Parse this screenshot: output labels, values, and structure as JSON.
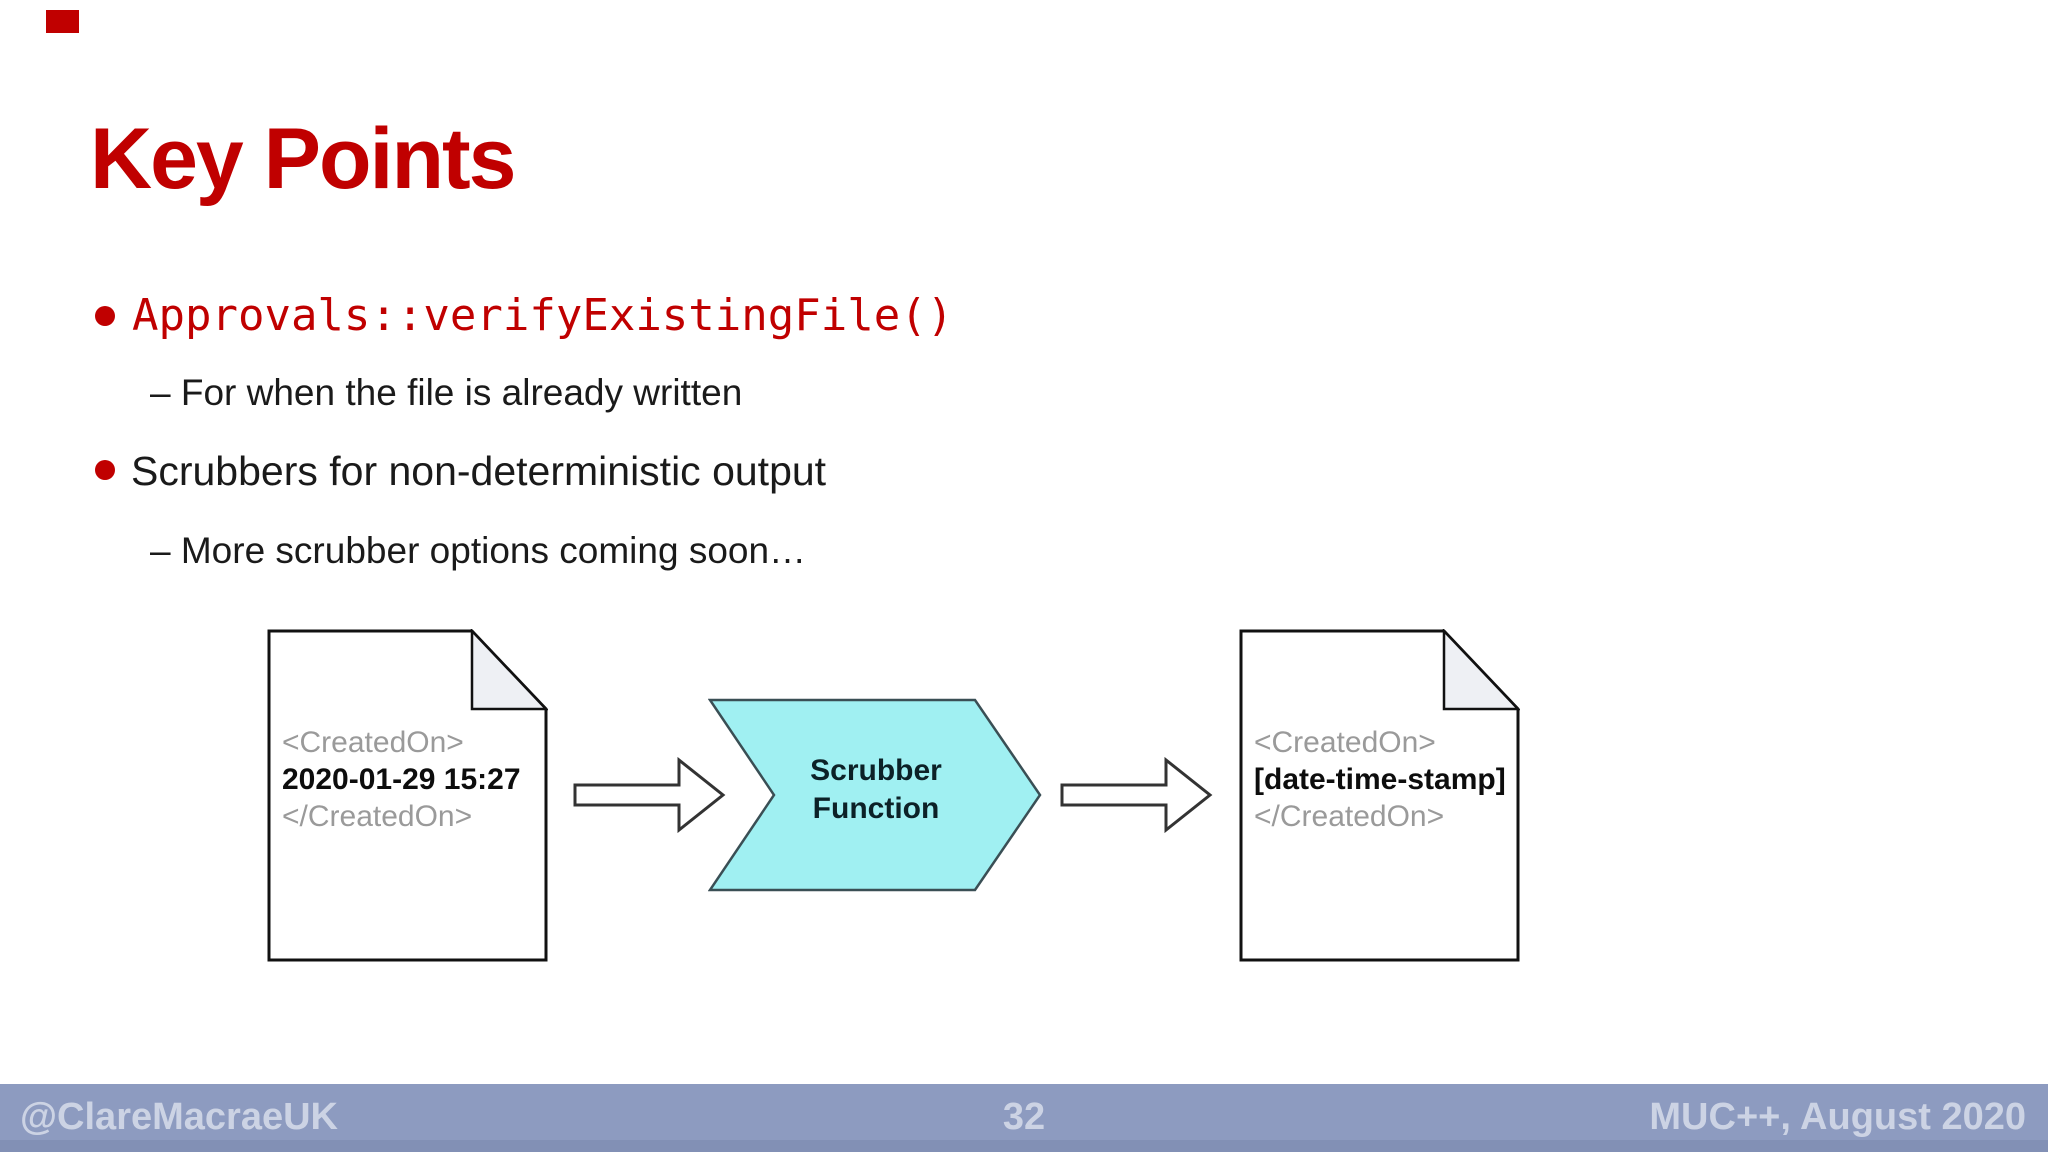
{
  "slide": {
    "title": "Key Points",
    "bullets": [
      {
        "text": "Approvals::verifyExistingFile()",
        "style": "code",
        "sub": [
          "– For when the file is already written"
        ]
      },
      {
        "text": "Scrubbers for non-deterministic output",
        "style": "normal",
        "sub": [
          "– More scrubber options coming soon…"
        ]
      }
    ]
  },
  "diagram": {
    "input_doc": {
      "lines": [
        "<CreatedOn>",
        "2020-01-29 15:27",
        "</CreatedOn>"
      ]
    },
    "scrubber": {
      "label_line1": "Scrubber",
      "label_line2": "Function"
    },
    "output_doc": {
      "lines": [
        "<CreatedOn>",
        "[date-time-stamp]",
        "</CreatedOn>"
      ]
    }
  },
  "footer": {
    "left": "@ClareMacraeUK",
    "page_number": "32",
    "right": "MUC++, August 2020"
  },
  "colors": {
    "accent_red": "#c00000",
    "body_text": "#1a1a1a",
    "tag_gray": "#9a9a9a",
    "scrubber_fill": "#a0f0f2",
    "scrubber_border": "#3a4f55",
    "footer_bg": "#8d9bc0",
    "footer_bg_dark": "#8290b5",
    "footer_text": "#ccd3e4"
  }
}
